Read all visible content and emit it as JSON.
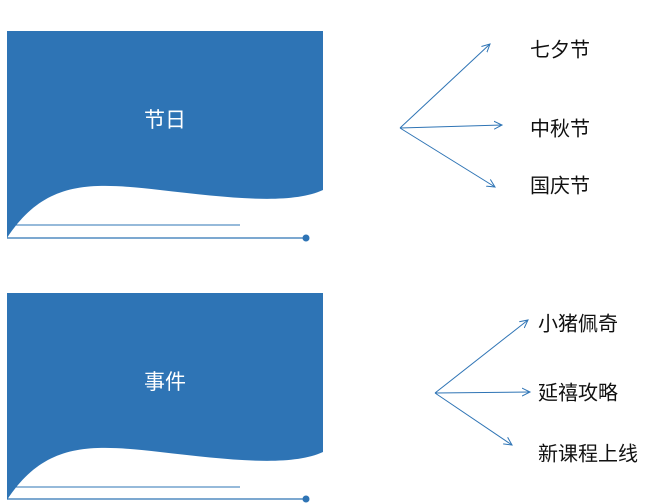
{
  "colors": {
    "primary": "#2e74b5"
  },
  "groups": [
    {
      "title": "节日",
      "items": [
        "七夕节",
        "中秋节",
        "国庆节"
      ]
    },
    {
      "title": "事件",
      "items": [
        "小猪佩奇",
        "延禧攻略",
        "新课程上线"
      ]
    }
  ]
}
